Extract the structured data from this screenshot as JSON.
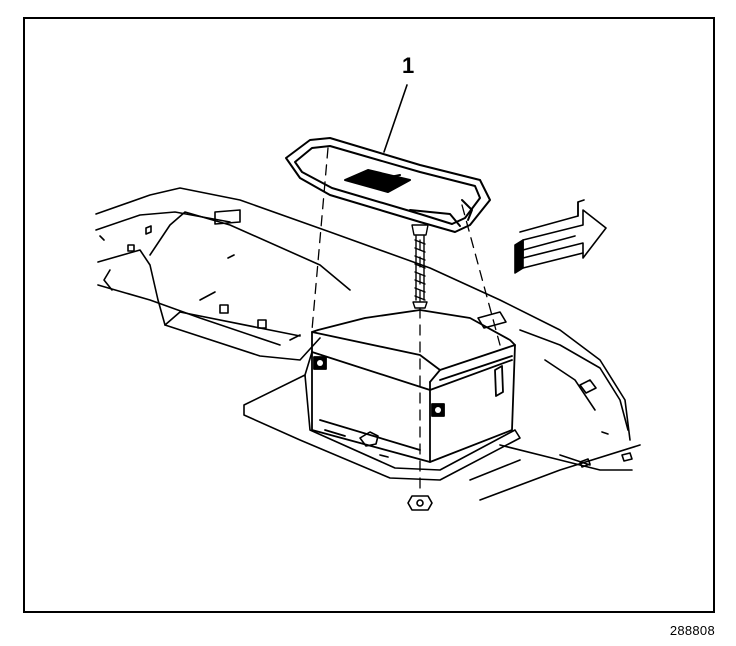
{
  "diagram": {
    "callouts": [
      {
        "label": "1"
      }
    ],
    "figure_id": "288808",
    "colors": {
      "line": "#000000",
      "background": "#ffffff"
    },
    "icons": [
      "direction-arrow-icon",
      "battery-hold-down-retainer",
      "battery",
      "battery-tray",
      "bolt"
    ]
  }
}
